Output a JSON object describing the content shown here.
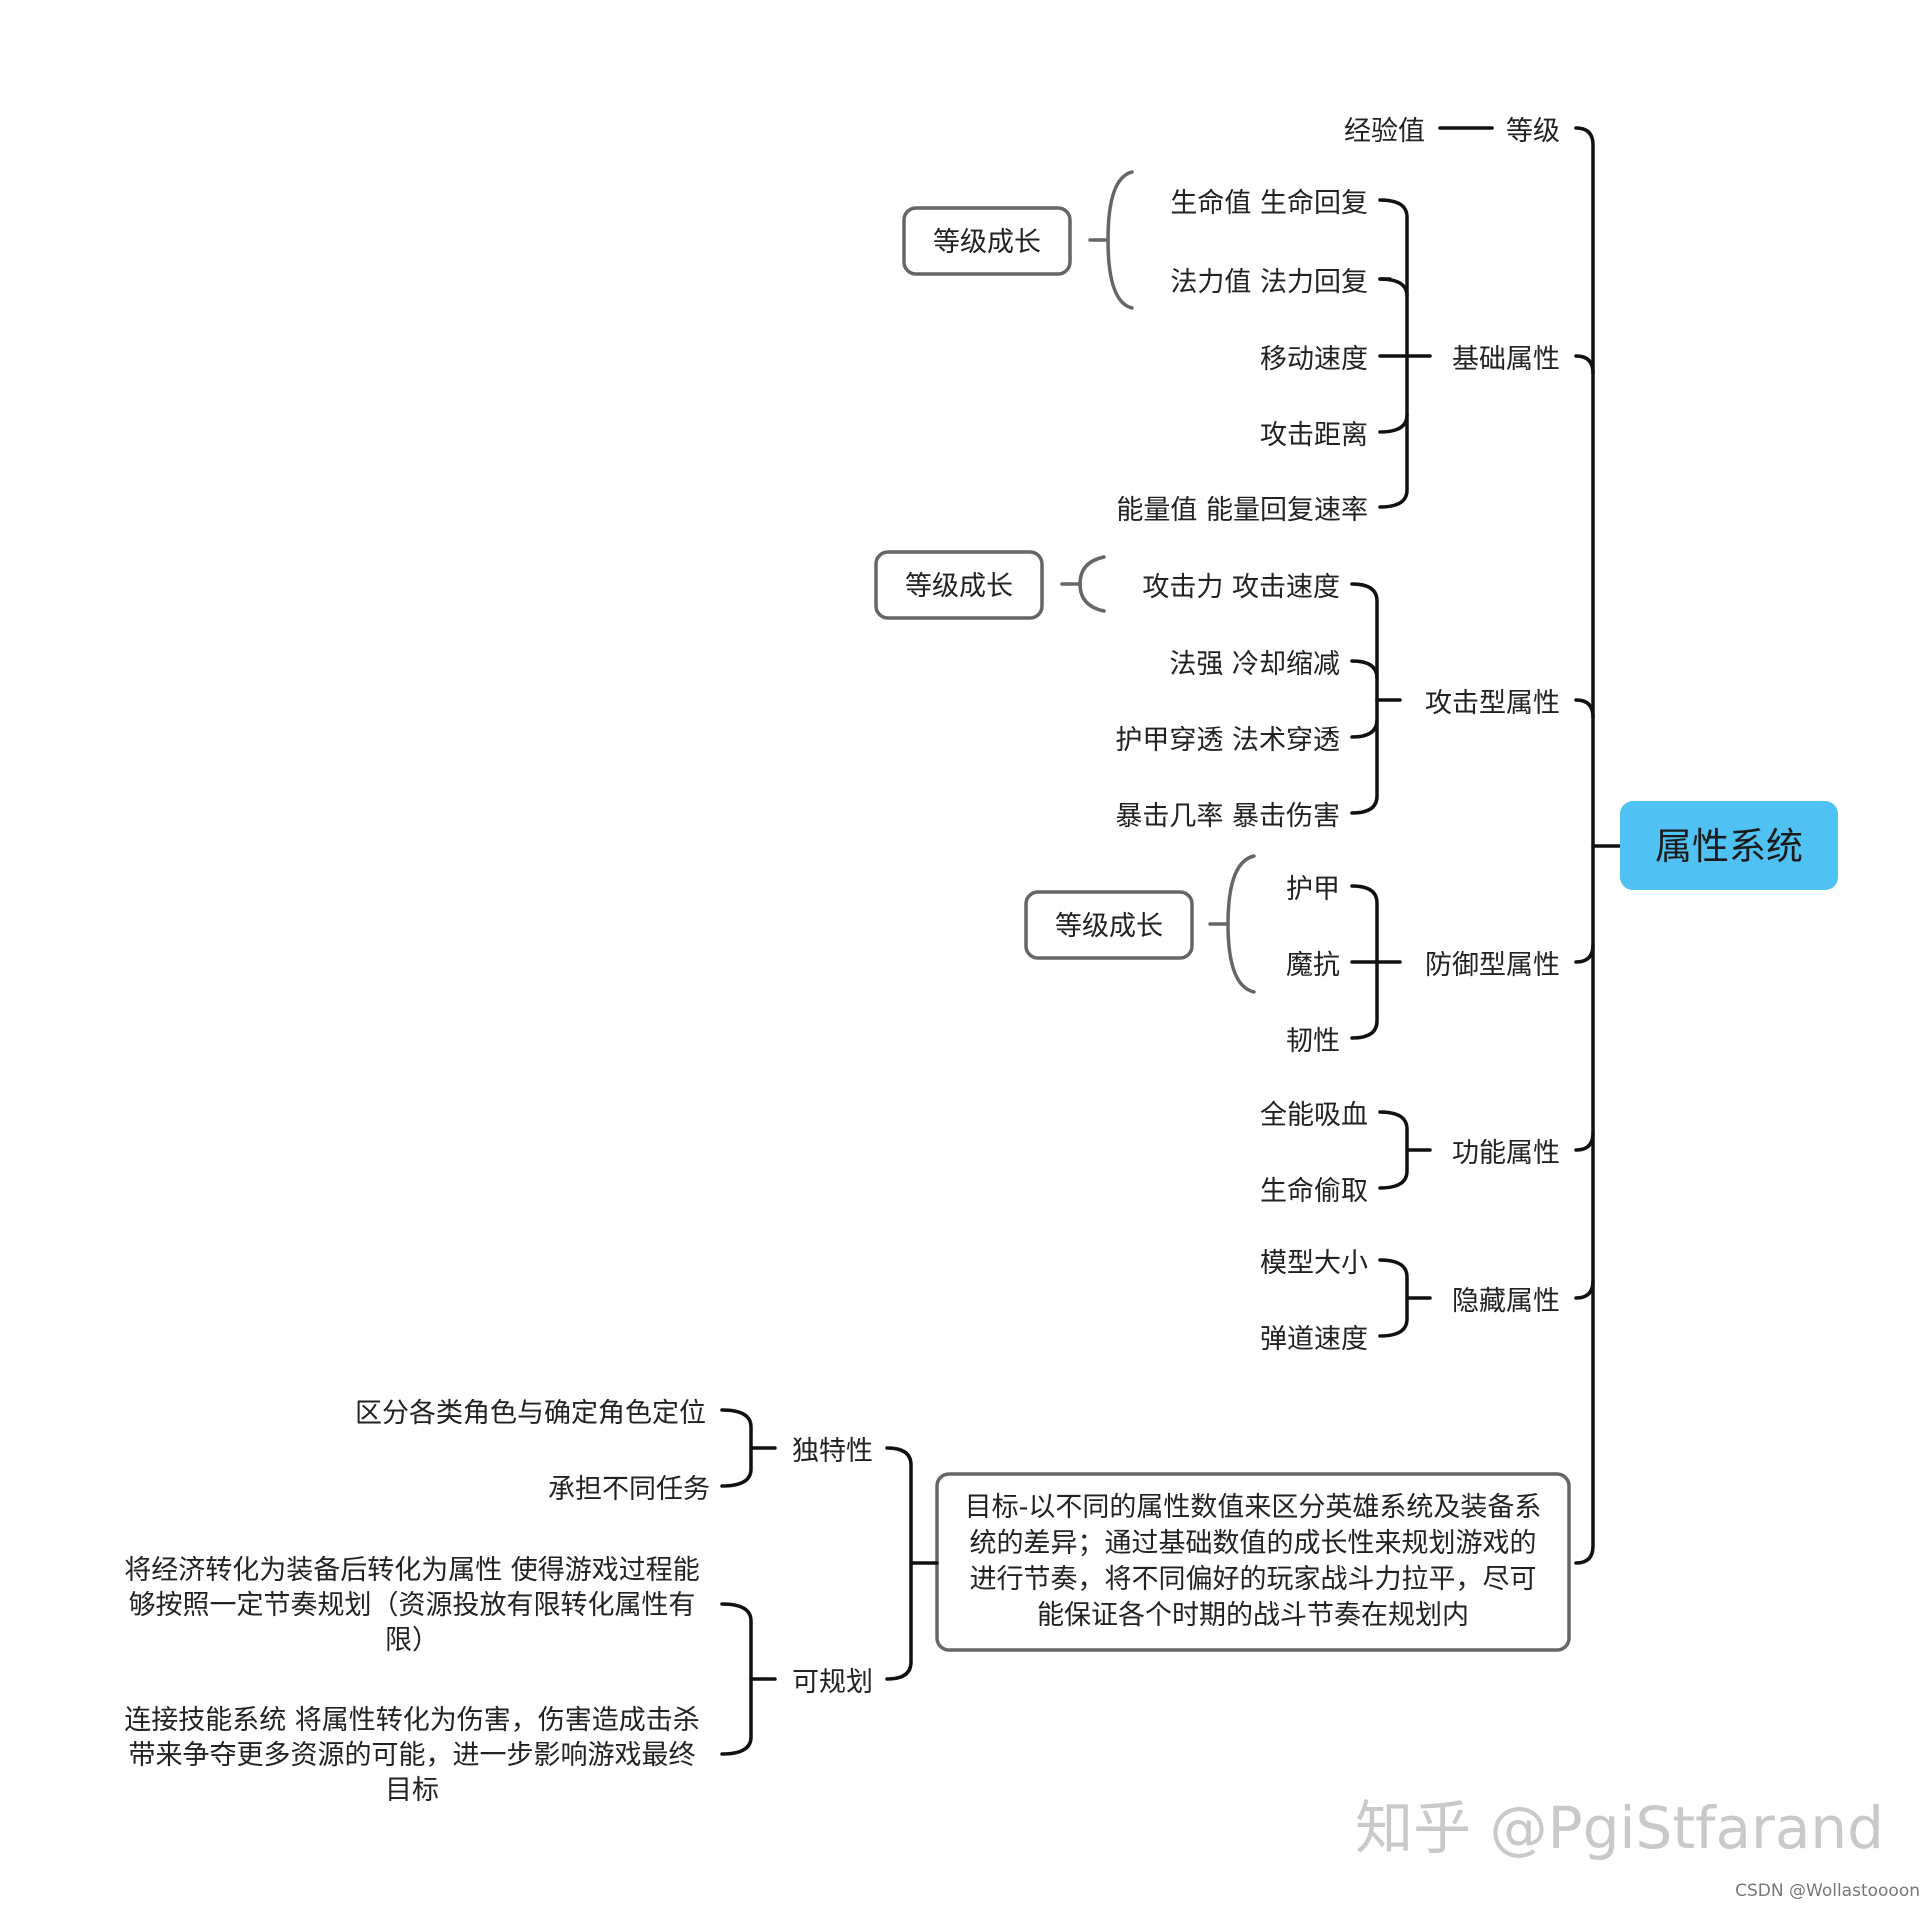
{
  "root": {
    "label": "属性系统",
    "color": "#4fc1f2"
  },
  "branches": {
    "level": {
      "label": "等级",
      "child": "经验值"
    },
    "basic": {
      "label": "基础属性",
      "items": [
        "生命值 生命回复",
        "法力值 法力回复",
        "移动速度",
        "攻击距离",
        "能量值 能量回复速率"
      ],
      "growth": "等级成长"
    },
    "attack": {
      "label": "攻击型属性",
      "items": [
        "攻击力 攻击速度",
        "法强 冷却缩减",
        "护甲穿透 法术穿透",
        "暴击几率 暴击伤害"
      ],
      "growth": "等级成长"
    },
    "defense": {
      "label": "防御型属性",
      "items": [
        "护甲",
        "魔抗",
        "韧性"
      ],
      "growth": "等级成长"
    },
    "function": {
      "label": "功能属性",
      "items": [
        "全能吸血",
        "生命偷取"
      ]
    },
    "hidden": {
      "label": "隐藏属性",
      "items": [
        "模型大小",
        "弹道速度"
      ]
    },
    "goal": {
      "lines": [
        "目标-以不同的属性数值来区分英雄系统及装备系",
        "统的差异；通过基础数值的成长性来规划游戏的",
        "进行节奏，将不同偏好的玩家战斗力拉平，尽可",
        "能保证各个时期的战斗节奏在规划内"
      ],
      "unique": {
        "label": "独特性",
        "items": [
          "区分各类角色与确定角色定位",
          "承担不同任务"
        ]
      },
      "plan": {
        "label": "可规划",
        "item1": [
          "将经济转化为装备后转化为属性 使得游戏过程能",
          "够按照一定节奏规划（资源投放有限转化属性有",
          "限）"
        ],
        "item2": [
          "连接技能系统 将属性转化为伤害，伤害造成击杀",
          "带来争夺更多资源的可能，进一步影响游戏最终",
          "目标"
        ]
      }
    }
  },
  "watermark": "知乎 @PgiStfarand",
  "credit": "CSDN @Wollastoooon"
}
